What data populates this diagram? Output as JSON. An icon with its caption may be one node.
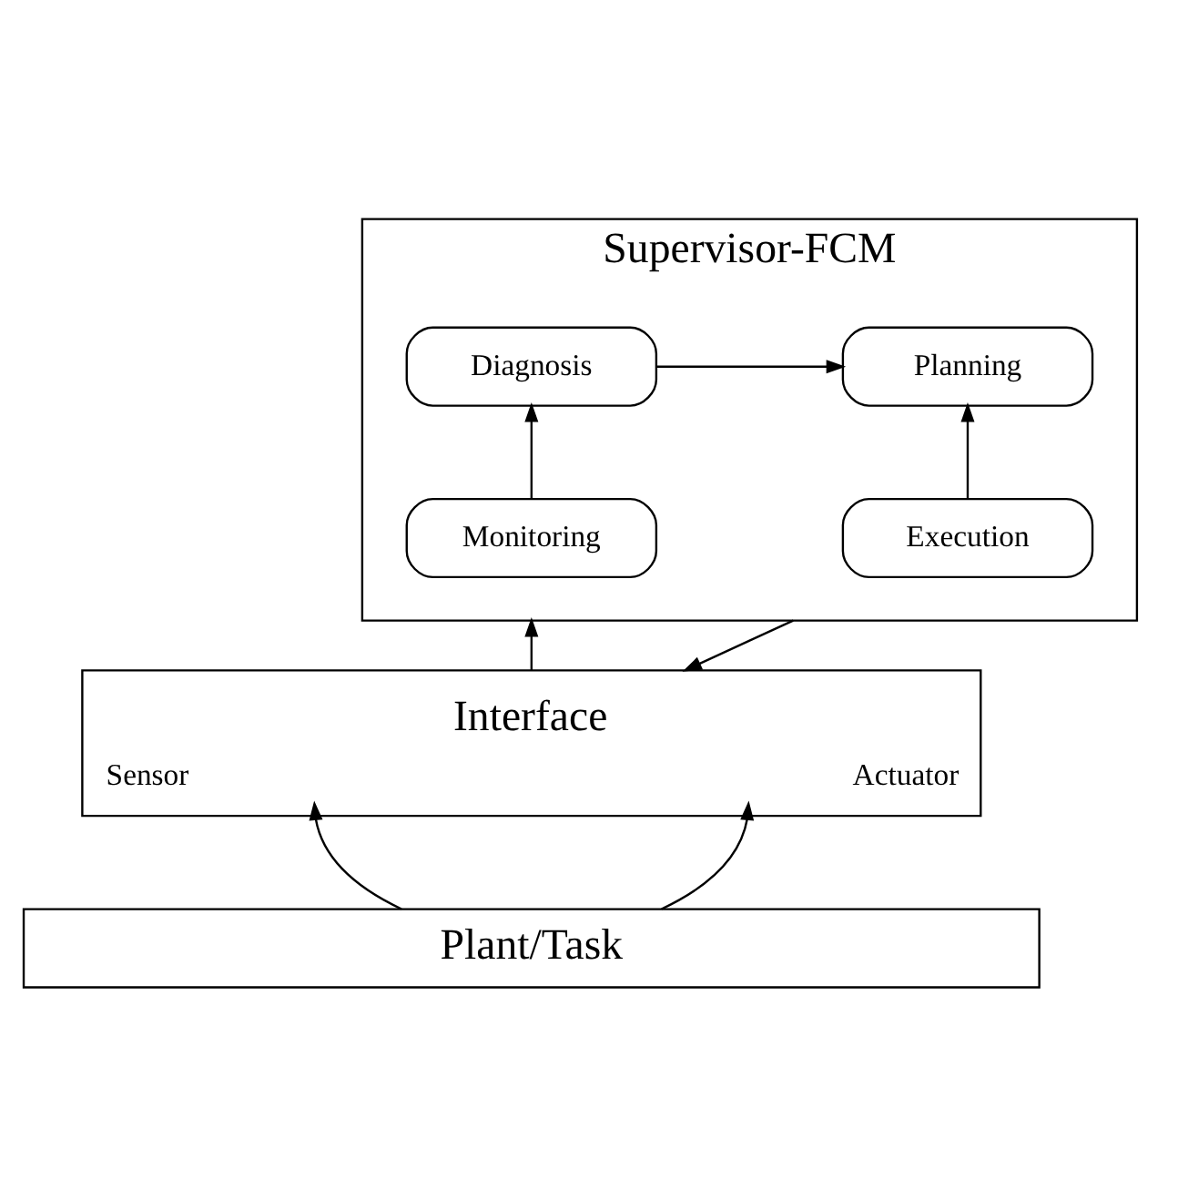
{
  "diagram": {
    "nodes": [
      {
        "text": [
          "Supervisor-FCM"
        ]
      },
      {
        "text": [
          "Diagnosis"
        ],
        "in": 0
      },
      {
        "text": [
          "Planning"
        ],
        "in": 0
      },
      {
        "text": [
          "Monitoring"
        ],
        "in": 0
      },
      {
        "text": [
          "Execution"
        ],
        "in": 0
      },
      {
        "text": [
          "Interface",
          "Sensor",
          "Actuator"
        ]
      },
      {
        "text": [
          "Plant/Task"
        ]
      }
    ],
    "edges": [
      {
        "from": 1,
        "to": 2,
        "arrow": "to"
      },
      {
        "from": 3,
        "to": 1,
        "arrow": "to"
      },
      {
        "from": 4,
        "to": 2,
        "arrow": "to"
      },
      {
        "from": 0,
        "to": 5,
        "arrow": "to"
      },
      {
        "from": 5,
        "to": 0,
        "arrow": "to"
      },
      {
        "from": 6,
        "to": 5,
        "arrow": "to"
      },
      {
        "from": 6,
        "to": 5,
        "arrow": "to"
      }
    ]
  }
}
